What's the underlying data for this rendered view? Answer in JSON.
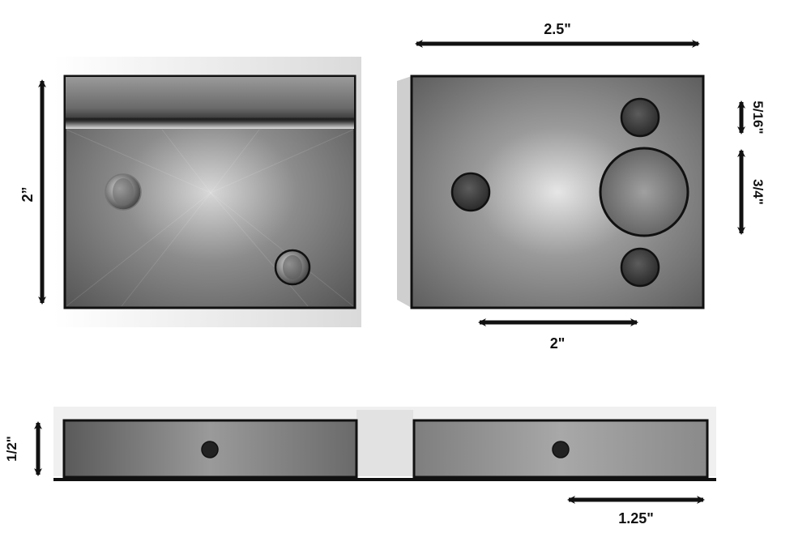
{
  "dimensions": {
    "top_left_height": "2”",
    "top_right_width": "2.5\"",
    "top_right_small_hole": "5/16\"",
    "top_right_large_hole": "3/4\"",
    "top_right_hole_spacing": "2\"",
    "bottom_left_thickness": "1/2\"",
    "bottom_right_offset": "1.25\""
  },
  "colors": {
    "outline": "#111111",
    "metal_dark": "#4a4a4a",
    "metal_mid": "#8a8a8a",
    "metal_light": "#c8c8c8",
    "hole_dark": "#2e2e2e"
  }
}
